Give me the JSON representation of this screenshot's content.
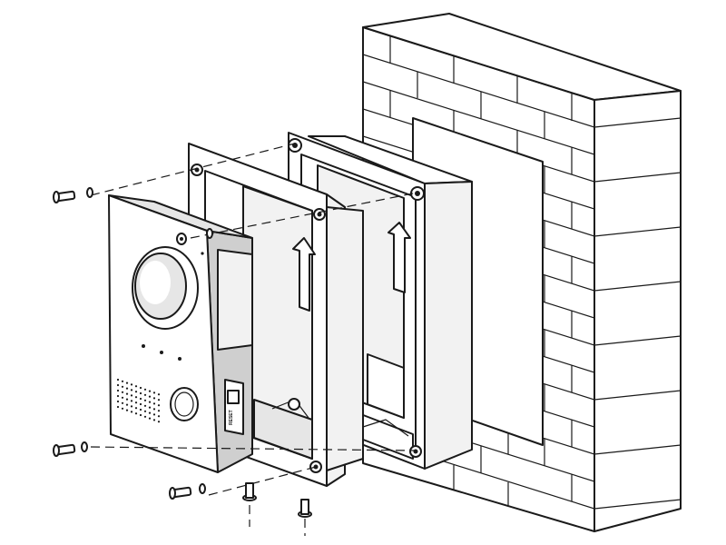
{
  "figure": {
    "type": "exploded-installation-diagram",
    "parts": [
      "brick-wall",
      "wall-plaster-strip",
      "flush-mount-back-box",
      "mounting-frame",
      "door-station-panel",
      "screw-sets"
    ],
    "arrow_direction": "up"
  },
  "device": {
    "button_label": "RESET"
  }
}
